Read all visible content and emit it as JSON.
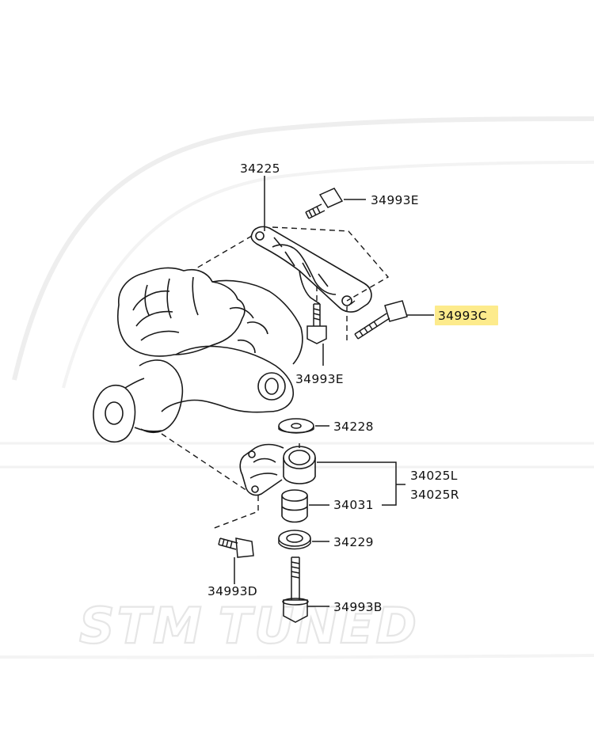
{
  "watermark": {
    "text": "STMTUNED",
    "part1": "STM",
    "part2": "TUNED"
  },
  "highlight_color": "#fdeb8c",
  "line_color": "#1a1a1a",
  "watermark_color": "#f0f0f0",
  "labels": {
    "p34225": "34225",
    "p34993E_top": "34993E",
    "p34993C": "34993C",
    "p34993E_mid": "34993E",
    "p34228": "34228",
    "p34025L": "34025L",
    "p34025R": "34025R",
    "p34031": "34031",
    "p34229": "34229",
    "p34993D": "34993D",
    "p34993B": "34993B"
  }
}
